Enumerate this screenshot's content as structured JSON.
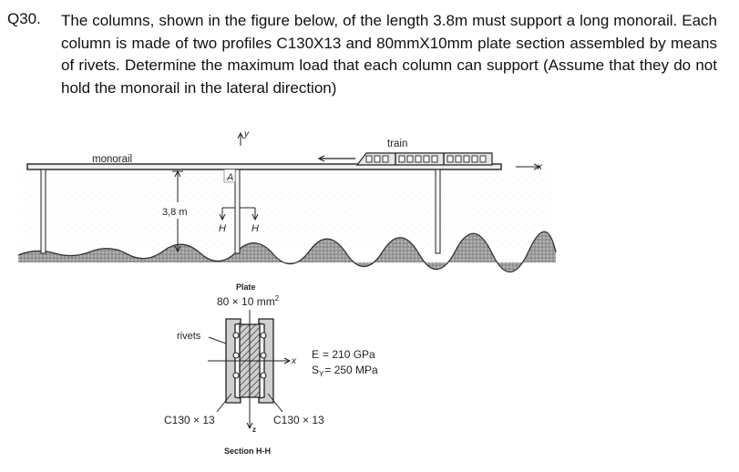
{
  "question": {
    "number": "Q30.",
    "text": "The columns, shown in the figure below, of the length 3.8m must support a long monorail. Each column is made of two profiles C130X13 and 80mmX10mm plate section assembled by means of rivets. Determine the maximum load that each column can support (Assume that they do not hold the monorail in the lateral direction)"
  },
  "figure": {
    "monorail": "monorail",
    "train": "train",
    "axis_y": "y",
    "axis_x": "x",
    "axis_z": "z",
    "point_a": "A",
    "height": "3,8 m",
    "h_left": "H",
    "h_right": "H",
    "plate_title": "Plate",
    "plate_dims": "80 × 10 mm",
    "plate_dims_sup": "2",
    "rivets": "rivets",
    "c_left": "C130 × 13",
    "c_right": "C130 × 13",
    "e_label": "E",
    "e_value": "= 210 GPa",
    "sy_label": "S",
    "sy_sub": "Y",
    "sy_value": "= 250 MPa",
    "section": "Section H-H"
  }
}
